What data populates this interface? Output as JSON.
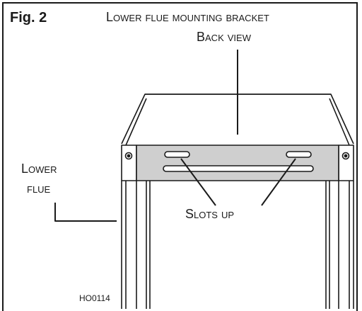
{
  "figure": {
    "fig_label": "Fig. 2",
    "title_line1": "Lower flue mounting bracket",
    "title_line2": "Back view",
    "label_lower_line1": "Lower",
    "label_lower_line2": "flue",
    "label_slots": "Slots up",
    "drawing_code": "HO0114"
  },
  "colors": {
    "line": "#1a1a1a",
    "bracket_fill": "#cfcfcf"
  }
}
